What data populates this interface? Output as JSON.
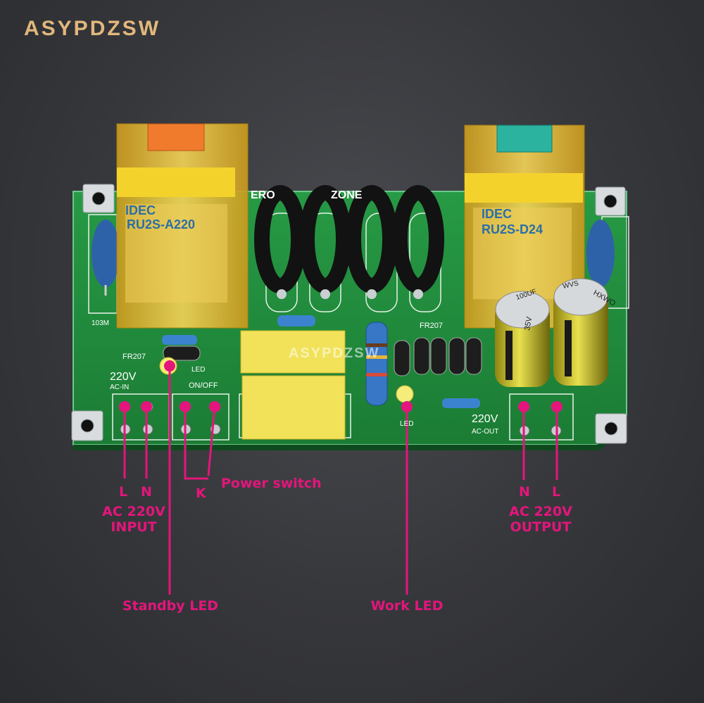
{
  "brand": "ASYPDZSW",
  "watermark": "ASYPDZSW",
  "relays": [
    {
      "make": "IDEC",
      "model": "RU2S-A220",
      "button_color": "#f07b2c"
    },
    {
      "make": "IDEC",
      "model": "RU2S-D24",
      "button_color": "#2bb3a0"
    }
  ],
  "pcb": {
    "board_color": "#1f8a3a",
    "logo_left": "ERO",
    "logo_right": "ZONE",
    "silkscreen": {
      "cap_left": "103M",
      "fr207_left": "FR207",
      "fr207_right": "FR207",
      "led_left": "LED",
      "led_center": "LED",
      "v_in": "220V",
      "ac_in": "AC-IN",
      "on_off": "ON/OFF",
      "v_out": "220V",
      "ac_out": "AC-OUT"
    },
    "electrolytic_caps": [
      {
        "marks": "100UF",
        "voltage": "35V"
      },
      {
        "marks": "HXWO",
        "voltage": "WVS"
      }
    ]
  },
  "callouts": {
    "input_l": "L",
    "input_n": "N",
    "input_label_1": "AC 220V",
    "input_label_2": "INPUT",
    "switch_k": "K",
    "power_switch": "Power switch",
    "output_n": "N",
    "output_l": "L",
    "output_label_1": "AC 220V",
    "output_label_2": "OUTPUT",
    "standby_led": "Standby LED",
    "work_led": "Work LED"
  },
  "colors": {
    "callout": "#e4157c",
    "brand": "#e2b77c",
    "relay_body": "#e8c12a"
  }
}
